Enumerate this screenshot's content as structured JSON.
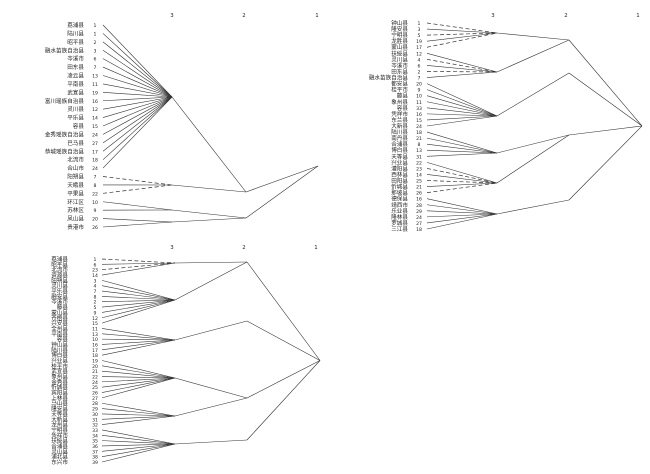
{
  "diagrams": [
    {
      "id": "top-left",
      "levels": [
        "3",
        "2",
        "1"
      ],
      "leaves": [
        {
          "label": "荔浦县",
          "num": "1"
        },
        {
          "label": "陆川县",
          "num": "1"
        },
        {
          "label": "昭平县",
          "num": "2"
        },
        {
          "label": "融水苗族自治县",
          "num": "3"
        },
        {
          "label": "岑溪市",
          "num": "6"
        },
        {
          "label": "田东县",
          "num": "7"
        },
        {
          "label": "凌云县",
          "num": "13"
        },
        {
          "label": "平南县",
          "num": "11"
        },
        {
          "label": "武宣县",
          "num": "19"
        },
        {
          "label": "富川瑶族自治县",
          "num": "16"
        },
        {
          "label": "灵川县",
          "num": "12"
        },
        {
          "label": "平乐县",
          "num": "14"
        },
        {
          "label": "容县",
          "num": "15"
        },
        {
          "label": "金秀瑶族自治县",
          "num": "24"
        },
        {
          "label": "巴马县",
          "num": "27"
        },
        {
          "label": "恭城瑶族自治县",
          "num": "17"
        },
        {
          "label": "北流市",
          "num": "18"
        },
        {
          "label": "合山市",
          "num": "24"
        },
        {
          "label": "阳朔县",
          "num": "7"
        },
        {
          "label": "天峨县",
          "num": "8"
        },
        {
          "label": "平果县",
          "num": "22"
        },
        {
          "label": "环江区",
          "num": "10"
        },
        {
          "label": "苏林区",
          "num": "9"
        },
        {
          "label": "凤山县",
          "num": "20"
        },
        {
          "label": "贵港市",
          "num": "26"
        }
      ]
    },
    {
      "id": "top-right",
      "levels": [
        "3",
        "2",
        "1"
      ],
      "leaves": [
        {
          "label": "钟山县",
          "num": "1"
        },
        {
          "label": "隆安县",
          "num": "3"
        },
        {
          "label": "宁明县",
          "num": "5"
        },
        {
          "label": "龙胜县",
          "num": "19"
        },
        {
          "label": "蒙山县",
          "num": "17"
        },
        {
          "label": "扶绥县",
          "num": "12"
        },
        {
          "label": "灵川县",
          "num": "4"
        },
        {
          "label": "岑溪市",
          "num": "6"
        },
        {
          "label": "田东县",
          "num": "2"
        },
        {
          "label": "融水苗族自治县",
          "num": "7"
        },
        {
          "label": "都安县",
          "num": "20"
        },
        {
          "label": "桂平市",
          "num": "9"
        },
        {
          "label": "藤县",
          "num": "10"
        },
        {
          "label": "象州县",
          "num": "11"
        },
        {
          "label": "容县",
          "num": "33"
        },
        {
          "label": "凭祥市",
          "num": "16"
        },
        {
          "label": "东兰县",
          "num": "15"
        },
        {
          "label": "大新县",
          "num": "24"
        },
        {
          "label": "陆川县",
          "num": "18"
        },
        {
          "label": "南丹县",
          "num": "21"
        },
        {
          "label": "合浦县",
          "num": "8"
        },
        {
          "label": "博白县",
          "num": "13"
        },
        {
          "label": "天等县",
          "num": "31"
        },
        {
          "label": "兴业县",
          "num": "22"
        },
        {
          "label": "灌阳县",
          "num": "23"
        },
        {
          "label": "西林县",
          "num": "14"
        },
        {
          "label": "田阳县",
          "num": "25"
        },
        {
          "label": "忻城县",
          "num": "21"
        },
        {
          "label": "那坡县",
          "num": "26"
        },
        {
          "label": "德保县",
          "num": "16"
        },
        {
          "label": "靖西市",
          "num": "28"
        },
        {
          "label": "乐业县",
          "num": "29"
        },
        {
          "label": "隆林县",
          "num": "24"
        },
        {
          "label": "罗城县",
          "num": "27"
        },
        {
          "label": "三江县",
          "num": "18"
        }
      ]
    },
    {
      "id": "bottom-left",
      "levels": [
        "3",
        "2",
        "1"
      ],
      "leaves": [
        {
          "label": "荔浦县",
          "num": "1"
        },
        {
          "label": "昭平县",
          "num": "6"
        },
        {
          "label": "北流市",
          "num": "23"
        },
        {
          "label": "资源县",
          "num": "14"
        },
        {
          "label": "阳朔县",
          "num": "3"
        },
        {
          "label": "灵川县",
          "num": "4"
        },
        {
          "label": "平乐县",
          "num": "7"
        },
        {
          "label": "融安县",
          "num": "8"
        },
        {
          "label": "岑溪市",
          "num": "2"
        },
        {
          "label": "藤县",
          "num": "5"
        },
        {
          "label": "蒙山县",
          "num": "9"
        },
        {
          "label": "苍梧县",
          "num": "12"
        },
        {
          "label": "兴安县",
          "num": "15"
        },
        {
          "label": "全州县",
          "num": "11"
        },
        {
          "label": "平南县",
          "num": "13"
        },
        {
          "label": "容县",
          "num": "10"
        },
        {
          "label": "钟山县",
          "num": "16"
        },
        {
          "label": "陆川县",
          "num": "17"
        },
        {
          "label": "博白县",
          "num": "18"
        },
        {
          "label": "兴业县",
          "num": "19"
        },
        {
          "label": "桂平市",
          "num": "20"
        },
        {
          "label": "武宣县",
          "num": "21"
        },
        {
          "label": "象州县",
          "num": "22"
        },
        {
          "label": "金秀县",
          "num": "24"
        },
        {
          "label": "忻城县",
          "num": "25"
        },
        {
          "label": "宾阳县",
          "num": "26"
        },
        {
          "label": "上林县",
          "num": "27"
        },
        {
          "label": "马山县",
          "num": "28"
        },
        {
          "label": "隆安县",
          "num": "29"
        },
        {
          "label": "天等县",
          "num": "30"
        },
        {
          "label": "大新县",
          "num": "31"
        },
        {
          "label": "龙州县",
          "num": "32"
        },
        {
          "label": "宁明县",
          "num": "33"
        },
        {
          "label": "凭祥市",
          "num": "34"
        },
        {
          "label": "扶绥县",
          "num": "35"
        },
        {
          "label": "合浦县",
          "num": "36"
        },
        {
          "label": "灵山县",
          "num": "37"
        },
        {
          "label": "浦北县",
          "num": "38"
        },
        {
          "label": "东兴市",
          "num": "39"
        }
      ]
    }
  ]
}
